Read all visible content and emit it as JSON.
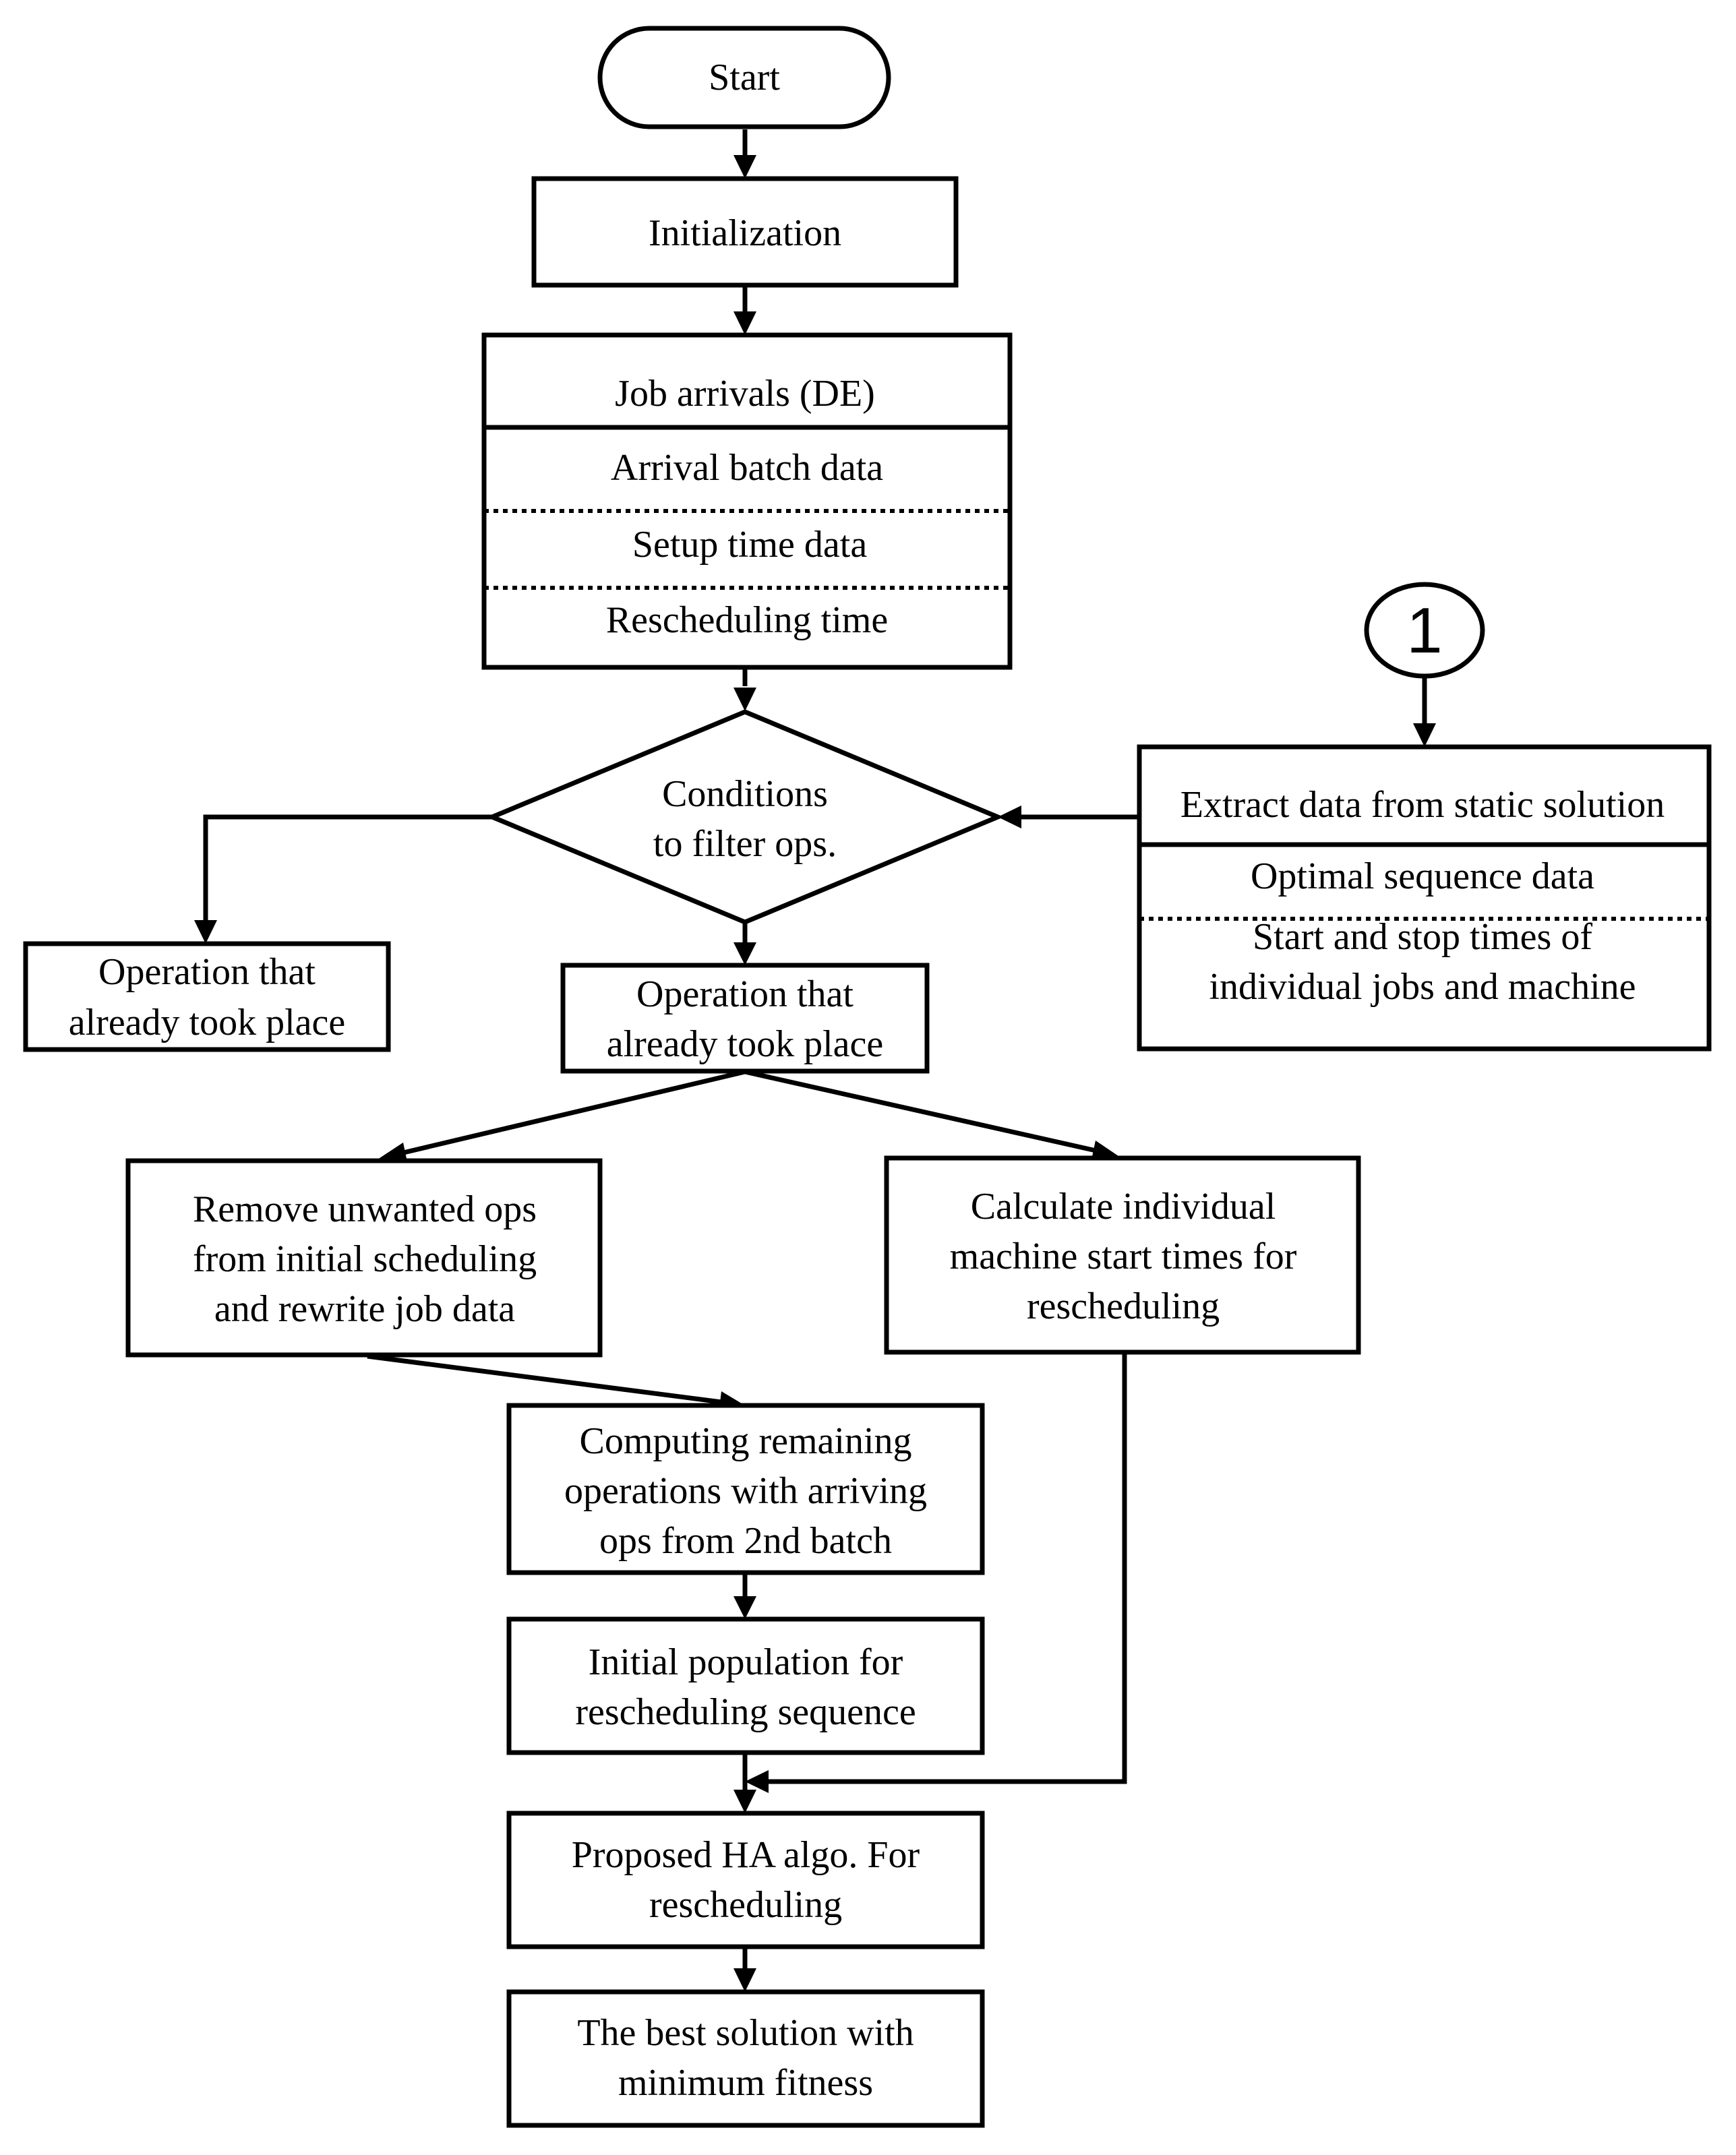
{
  "nodes": {
    "start": "Start",
    "initialization": "Initialization",
    "job_arrivals": {
      "title": "Job arrivals (DE)",
      "rows": [
        "Arrival batch data",
        "Setup time data",
        "Rescheduling time"
      ]
    },
    "connector": "1",
    "decision": [
      "Conditions",
      "to filter ops."
    ],
    "extract": {
      "title": "Extract data from static solution",
      "rows": [
        "Optimal sequence data",
        "Start and stop times of",
        "individual jobs and machine"
      ]
    },
    "op_left": [
      "Operation that",
      "already took place"
    ],
    "op_center": [
      "Operation that",
      "already took place"
    ],
    "remove": [
      "Remove unwanted ops",
      "from initial scheduling",
      "and rewrite job data"
    ],
    "calculate": [
      "Calculate individual",
      "machine start times for",
      "rescheduling"
    ],
    "computing": [
      "Computing remaining",
      "operations with arriving",
      "ops from 2nd batch"
    ],
    "initial_pop": [
      "Initial population for",
      "rescheduling sequence"
    ],
    "proposed": [
      "Proposed HA algo. For",
      "rescheduling"
    ],
    "best": [
      "The best solution with",
      "minimum fitness"
    ]
  }
}
